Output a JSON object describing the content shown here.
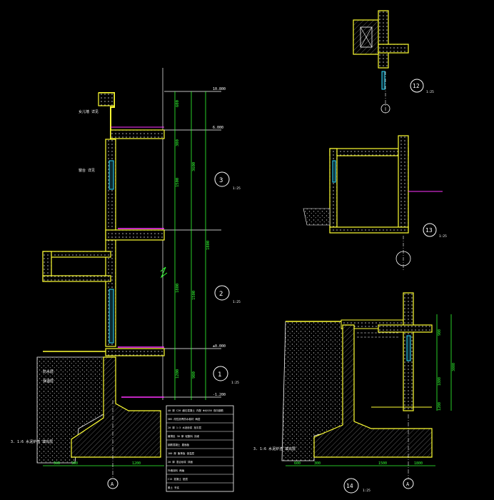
{
  "colors": {
    "background": "#000000",
    "wall": "#ffff33",
    "dim": "#33ff33",
    "text": "#ffffff",
    "glass": "#33ddff",
    "finish": "#ff33ff",
    "hatch": "#9a9a9a"
  },
  "details": {
    "d12": {
      "number": "12",
      "scale": "1:25"
    },
    "d13": {
      "number": "13",
      "scale": "1:25"
    },
    "d14": {
      "number": "14",
      "scale": "1:25"
    }
  },
  "section": {
    "level_markers": [
      {
        "label": "3",
        "scale": "1:25"
      },
      {
        "label": "2",
        "scale": "1:25"
      },
      {
        "label": "1",
        "scale": "1:25"
      }
    ],
    "elev_top": "10.800",
    "elev_mid": "6.000",
    "elev_ground": "±0.000",
    "elev_base": "-1.200",
    "dim_v": [
      "600",
      "300",
      "1500",
      "1800",
      "3600",
      "1500",
      "1800",
      "1200",
      "900"
    ],
    "dim_bottom": [
      "900",
      "300",
      "1200"
    ],
    "axis_label": "A"
  },
  "detail14": {
    "dim_bottom": [
      "600",
      "300",
      "1500",
      "1800"
    ],
    "dim_v": [
      "900",
      "1800",
      "3000",
      "1200"
    ],
    "axis_label": "A"
  },
  "legend_rows": [
    "40 厚 C20 细石混凝土 内配 Φ4@150 双向钢筋",
    "SBS 改性沥青防水卷材 两层",
    "20 厚 1:3 水泥砂浆 找平层",
    "最薄处 30 厚 轻集料 找坡",
    "钢筋混凝土 屋面板",
    "100 厚 聚苯板 保温层",
    "20 厚 混合砂浆 抹面",
    "外墙涂料 两遍",
    "C15 混凝土 垫层",
    "素土 夯实"
  ],
  "notes": {
    "waterproof": "防水层",
    "insulation": "保温层",
    "left_bottom": "3. 1:6 水泥炉渣 填充层",
    "right_bottom": "3. 1:6 水泥炉渣 填充层",
    "window_sill": "窗台 详见",
    "parapet": "女儿墙 详见"
  }
}
